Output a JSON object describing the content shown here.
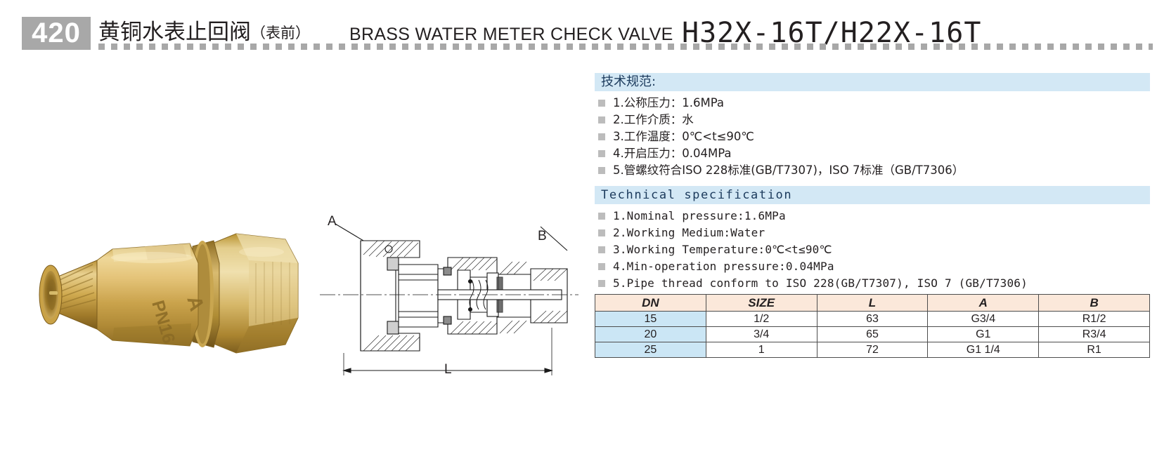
{
  "header": {
    "badge": "420",
    "title_cn": "黄铜水表止回阀",
    "title_cn_paren": "（表前）",
    "title_en": "BRASS WATER METER CHECK VALVE",
    "model": "H32X-16T/H22X-16T",
    "badge_color": "#a8a8a8",
    "dots_color": "#a8a8a8"
  },
  "product_photo": {
    "marking_1": "PN16",
    "marking_2": "A"
  },
  "drawing": {
    "label_a": "A",
    "label_b": "B",
    "label_l": "L"
  },
  "specs_cn": {
    "heading": "技术规范:",
    "items": [
      "1.公称压力：1.6MPa",
      "2.工作介质：水",
      "3.工作温度：0℃<t≤90℃",
      "4.开启压力：0.04MPa",
      "5.管螺纹符合ISO 228标准(GB/T7307)，ISO 7标准（GB/T7306）"
    ]
  },
  "specs_en": {
    "heading": "Technical specification",
    "items": [
      "1.Nominal pressure:1.6MPa",
      "2.Working Medium:Water",
      "3.Working Temperature:0℃<t≤90℃",
      "4.Min-operation pressure:0.04MPa",
      "5.Pipe thread conform to ISO 228(GB/T7307), ISO 7 (GB/T7306)"
    ]
  },
  "table": {
    "headers": [
      "DN",
      "SIZE",
      "L",
      "A",
      "B"
    ],
    "rows": [
      [
        "15",
        "1/2",
        "63",
        "G3/4",
        "R1/2"
      ],
      [
        "20",
        "3/4",
        "65",
        "G1",
        "R3/4"
      ],
      [
        "25",
        "1",
        "72",
        "G1 1/4",
        "R1"
      ]
    ],
    "header_bg": "#fbe8da",
    "dn_bg": "#cbe6f5"
  },
  "colors": {
    "spec_bar_bg": "#d3e8f5",
    "bullet": "#bcbcbc",
    "brass_light": "#e8c878",
    "brass_mid": "#c8a34a",
    "brass_dark": "#9c7a2e"
  }
}
